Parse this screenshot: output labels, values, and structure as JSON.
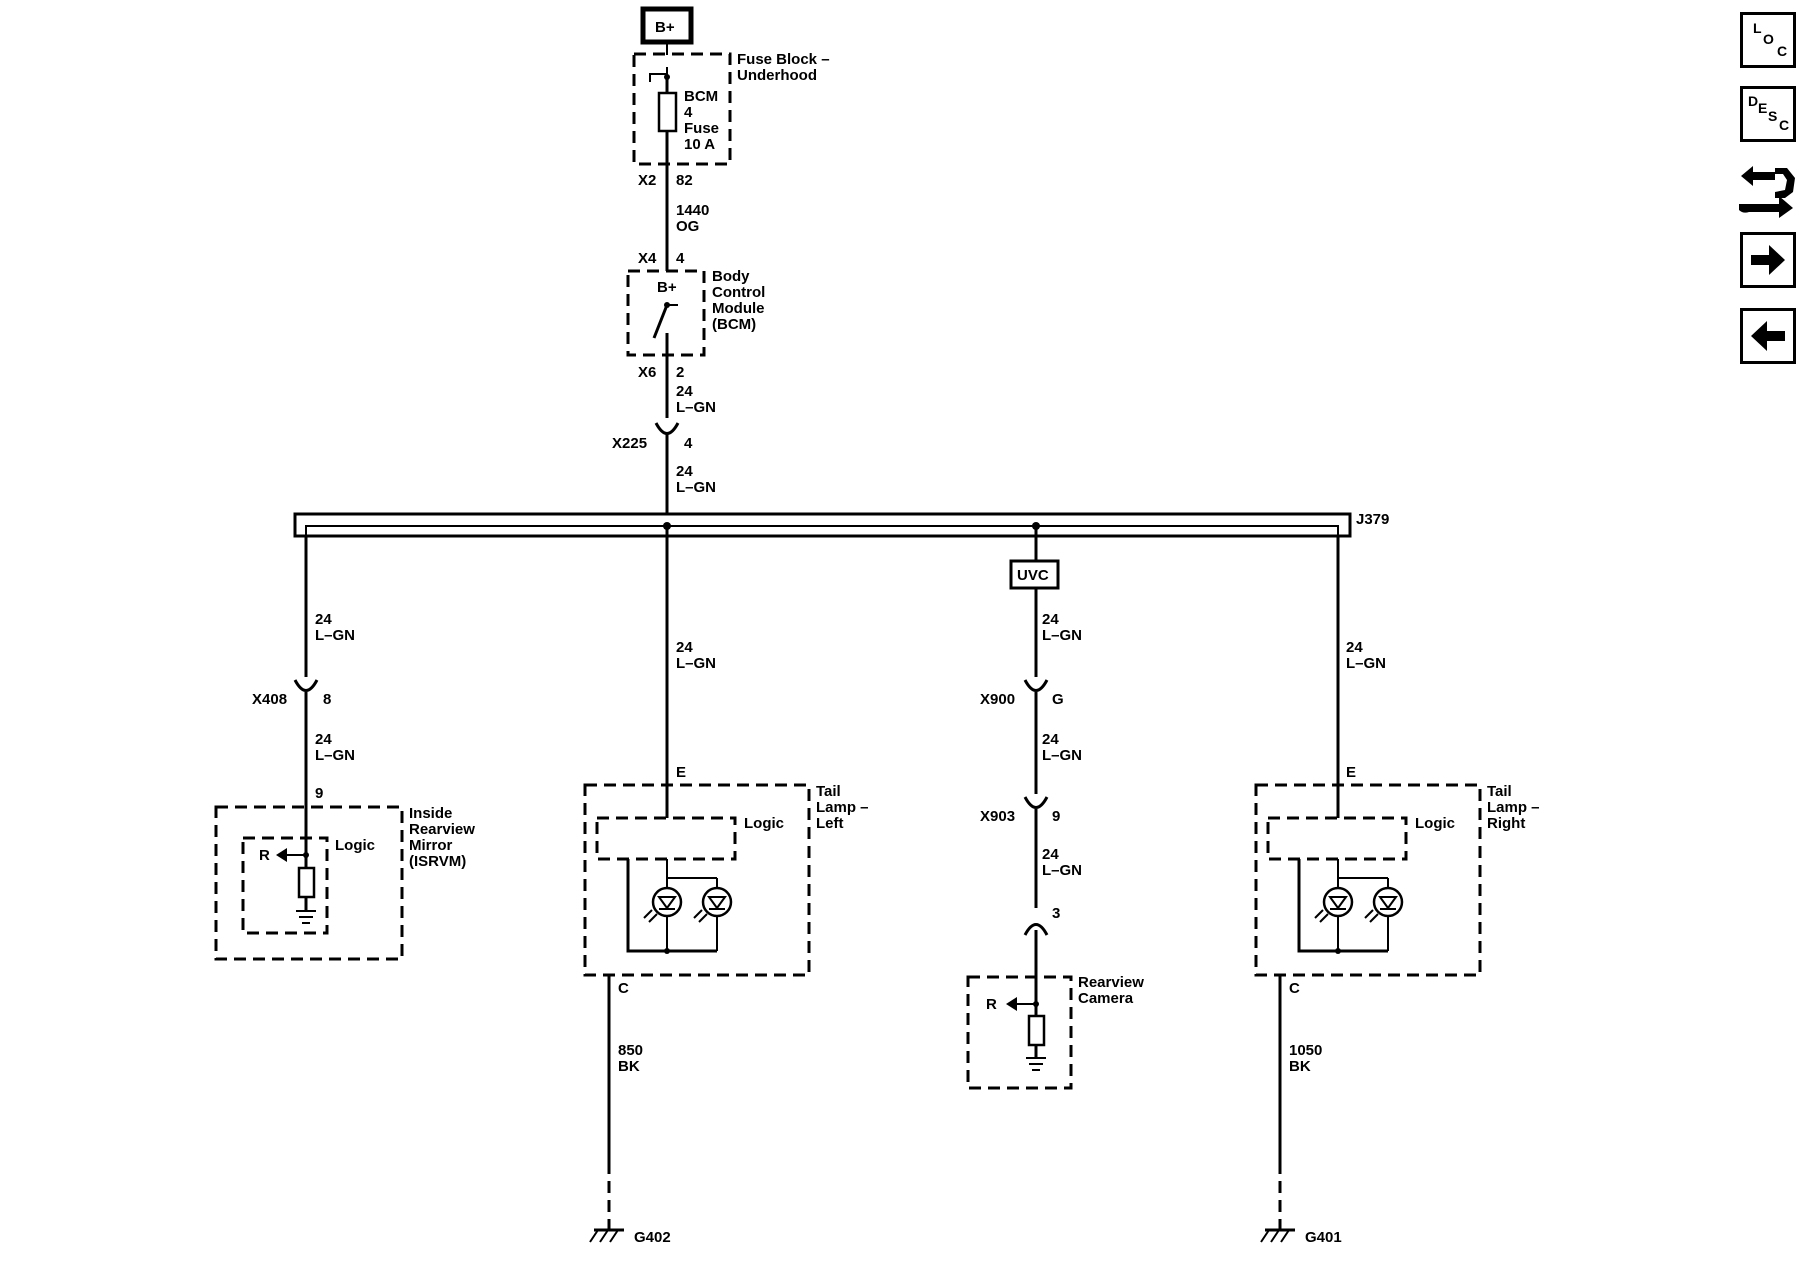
{
  "source": {
    "label": "B+"
  },
  "fuse_block": {
    "name_line1": "Fuse Block –",
    "name_line2": "Underhood",
    "fuse_line1": "BCM",
    "fuse_line2": "4",
    "fuse_line3": "Fuse",
    "fuse_line4": "10 A",
    "connector": "X2",
    "pin": "82"
  },
  "wire_1440": {
    "circuit": "1440",
    "color": "OG"
  },
  "bcm": {
    "connector_in": "X4",
    "pin_in": "4",
    "bplus_label": "B+",
    "name_line1": "Body",
    "name_line2": "Control",
    "name_line3": "Module",
    "name_line4": "(BCM)",
    "connector_out": "X6",
    "pin_out": "2"
  },
  "wire_24": {
    "circuit": "24",
    "color": "L–GN"
  },
  "x225": {
    "connector": "X225",
    "pin": "4"
  },
  "splice": {
    "label": "J379"
  },
  "uvc": {
    "label": "UVC"
  },
  "x408": {
    "connector": "X408",
    "pin": "8"
  },
  "mirror": {
    "pin": "9",
    "r_label": "R",
    "logic_label": "Logic",
    "name_line1": "Inside",
    "name_line2": "Rearview",
    "name_line3": "Mirror",
    "name_line4": "(ISRVM)"
  },
  "tail_left": {
    "pin_e": "E",
    "pin_c": "C",
    "logic_label": "Logic",
    "name_line1": "Tail",
    "name_line2": "Lamp –",
    "name_line3": "Left"
  },
  "tail_right": {
    "pin_e": "E",
    "pin_c": "C",
    "logic_label": "Logic",
    "name_line1": "Tail",
    "name_line2": "Lamp –",
    "name_line3": "Right"
  },
  "x900": {
    "connector": "X900",
    "pin": "G"
  },
  "x903": {
    "connector": "X903",
    "pin": "9"
  },
  "camera": {
    "pin": "3",
    "r_label": "R",
    "name_line1": "Rearview",
    "name_line2": "Camera"
  },
  "wire_850": {
    "circuit": "850",
    "color": "BK"
  },
  "wire_1050": {
    "circuit": "1050",
    "color": "BK"
  },
  "grounds": {
    "left": "G402",
    "right": "G401"
  },
  "nav": {
    "loc_l": "L",
    "loc_o": "O",
    "loc_c": "C",
    "desc_d": "D",
    "desc_e": "E",
    "desc_s": "S",
    "desc_c": "C"
  }
}
